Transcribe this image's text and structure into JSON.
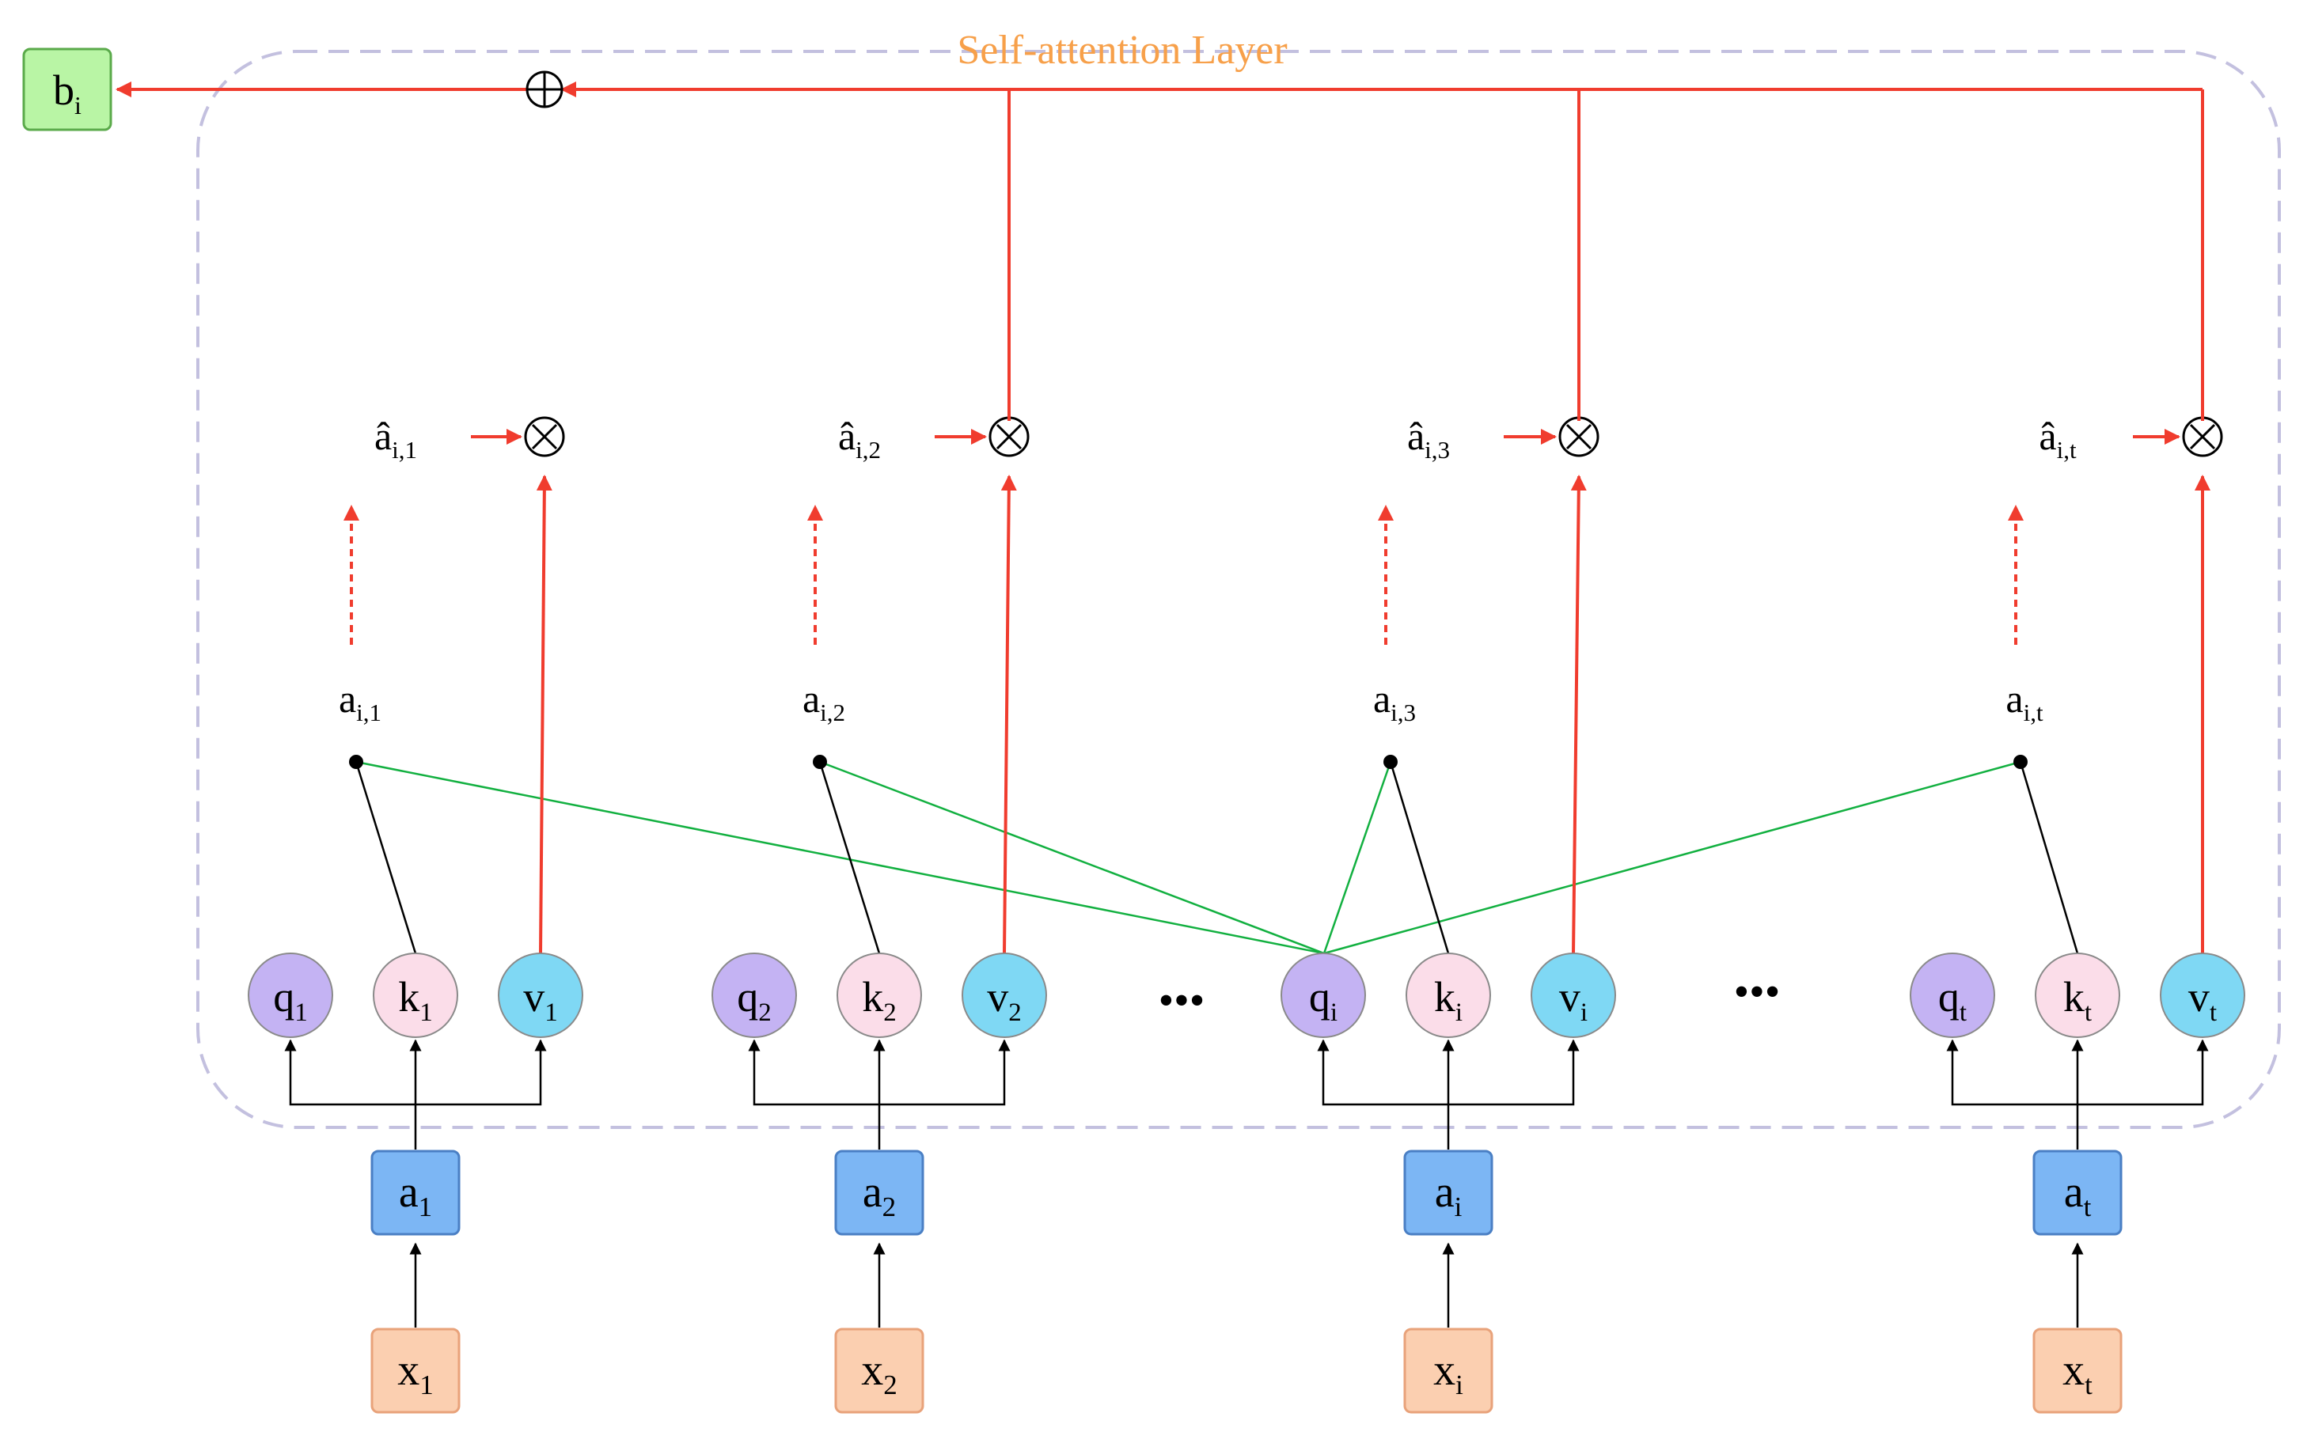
{
  "title": "Self-attention Layer",
  "output": {
    "main": "b",
    "sub": "i"
  },
  "ellipsis": "•••",
  "columns": [
    {
      "x": {
        "main": "x",
        "sub": "1"
      },
      "a": {
        "main": "a",
        "sub": "1"
      },
      "q": {
        "main": "q",
        "sub": "1"
      },
      "k": {
        "main": "k",
        "sub": "1"
      },
      "v": {
        "main": "v",
        "sub": "1"
      },
      "score": {
        "main": "a",
        "sub": "i,1"
      },
      "hat": {
        "main": "â",
        "sub": "i,1"
      }
    },
    {
      "x": {
        "main": "x",
        "sub": "2"
      },
      "a": {
        "main": "a",
        "sub": "2"
      },
      "q": {
        "main": "q",
        "sub": "2"
      },
      "k": {
        "main": "k",
        "sub": "2"
      },
      "v": {
        "main": "v",
        "sub": "2"
      },
      "score": {
        "main": "a",
        "sub": "i,2"
      },
      "hat": {
        "main": "â",
        "sub": "i,2"
      }
    },
    {
      "x": {
        "main": "x",
        "sub": "i"
      },
      "a": {
        "main": "a",
        "sub": "i"
      },
      "q": {
        "main": "q",
        "sub": "i"
      },
      "k": {
        "main": "k",
        "sub": "i"
      },
      "v": {
        "main": "v",
        "sub": "i"
      },
      "score": {
        "main": "a",
        "sub": "i,3"
      },
      "hat": {
        "main": "â",
        "sub": "i,3"
      }
    },
    {
      "x": {
        "main": "x",
        "sub": "t"
      },
      "a": {
        "main": "a",
        "sub": "t"
      },
      "q": {
        "main": "q",
        "sub": "t"
      },
      "k": {
        "main": "k",
        "sub": "t"
      },
      "v": {
        "main": "v",
        "sub": "t"
      },
      "score": {
        "main": "a",
        "sub": "i,t"
      },
      "hat": {
        "main": "â",
        "sub": "i,t"
      }
    }
  ],
  "colors": {
    "input_fill": "#fbcfb0",
    "input_stroke": "#e8a27a",
    "embed_fill": "#7cb6f4",
    "embed_stroke": "#4a7fc4",
    "query_fill": "#c4b3f3",
    "key_fill": "#fbdde9",
    "value_fill": "#7fd8f4",
    "output_fill": "#b9f5a5",
    "output_stroke": "#5aaa4a",
    "frame": "#c3c0df",
    "red": "#f03c2e",
    "green": "#12b040",
    "title": "#f7a04a"
  }
}
